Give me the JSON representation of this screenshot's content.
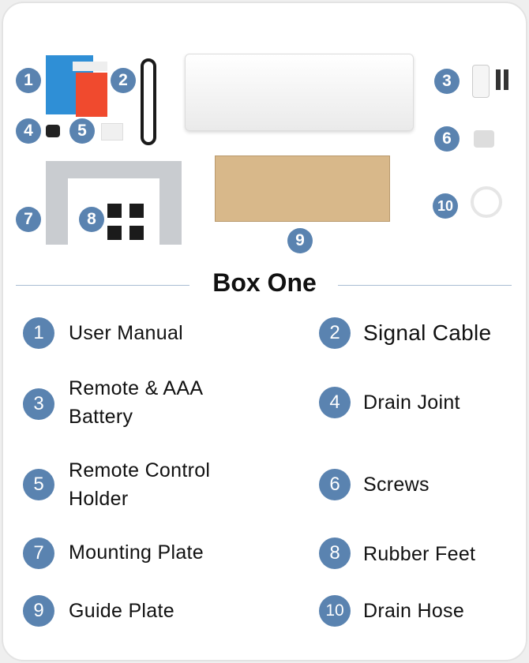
{
  "title": "Box One",
  "colors": {
    "badge": "#5a83b0",
    "divider": "#a9bdd3"
  },
  "image_badges": [
    "1",
    "2",
    "3",
    "4",
    "5",
    "6",
    "7",
    "8",
    "9",
    "10"
  ],
  "items": [
    {
      "number": "1",
      "label": "User Manual"
    },
    {
      "number": "2",
      "label": "Signal Cable"
    },
    {
      "number": "3",
      "label": "Remote & AAA Battery"
    },
    {
      "number": "4",
      "label": "Drain Joint"
    },
    {
      "number": "5",
      "label": "Remote Control Holder"
    },
    {
      "number": "6",
      "label": "Screws"
    },
    {
      "number": "7",
      "label": "Mounting Plate"
    },
    {
      "number": "8",
      "label": "Rubber Feet"
    },
    {
      "number": "9",
      "label": "Guide Plate"
    },
    {
      "number": "10",
      "label": "Drain Hose"
    }
  ]
}
